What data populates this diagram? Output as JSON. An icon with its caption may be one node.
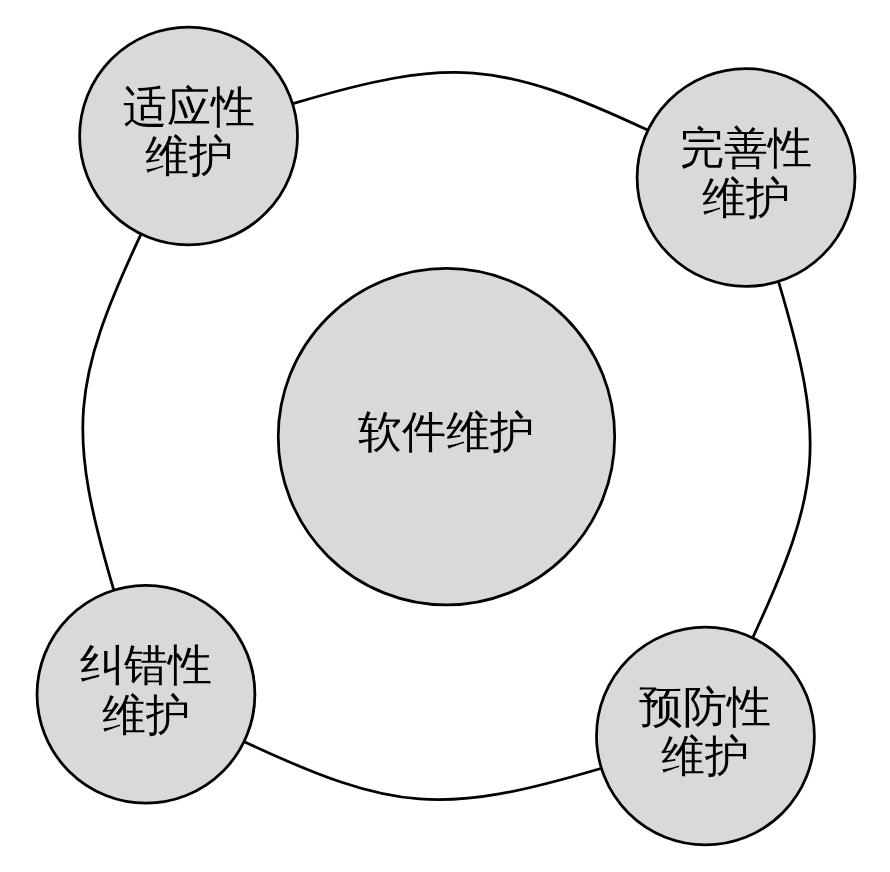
{
  "diagram": {
    "nodes": [
      {
        "text": [
          "纠错性维护"
        ]
      },
      {
        "text": [
          "预防性维护"
        ]
      },
      {
        "text": [
          "软件维护"
        ]
      },
      {
        "text": [
          "适应性维护"
        ]
      },
      {
        "text": [
          "完善性维护"
        ]
      }
    ],
    "edges": [
      {
        "from": 0,
        "to": 3,
        "arrow": "none"
      },
      {
        "from": 3,
        "to": 4,
        "arrow": "none"
      },
      {
        "from": 4,
        "to": 1,
        "arrow": "none"
      },
      {
        "from": 1,
        "to": 0,
        "arrow": "none"
      }
    ]
  }
}
